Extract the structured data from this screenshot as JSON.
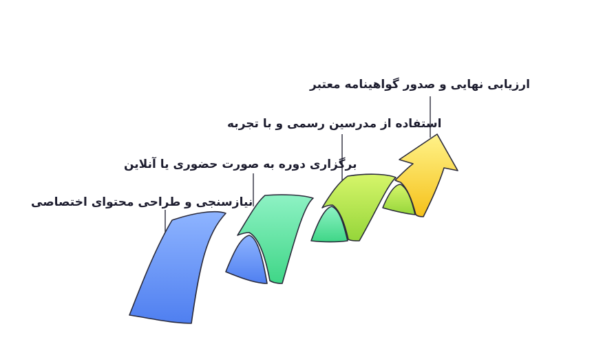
{
  "diagram": {
    "steps": [
      {
        "label": "نیازسنجی و طراحی محتوای اختصاصی",
        "color_top": "#8eb4ff",
        "color_bottom": "#5a86f0"
      },
      {
        "label": "برگزاری دوره به صورت حضوری یا آنلاین",
        "color_top": "#86f0c0",
        "color_bottom": "#45d98a"
      },
      {
        "label": "استفاده از مدرسین رسمی و با تجربه",
        "color_top": "#d6f56a",
        "color_bottom": "#9bd93a"
      },
      {
        "label": "ارزیابی نهایی و صدور گواهینامه معتبر",
        "color_top": "#fff06a",
        "color_bottom": "#f7c51c"
      }
    ],
    "outline_color": "#2a2a3a"
  }
}
